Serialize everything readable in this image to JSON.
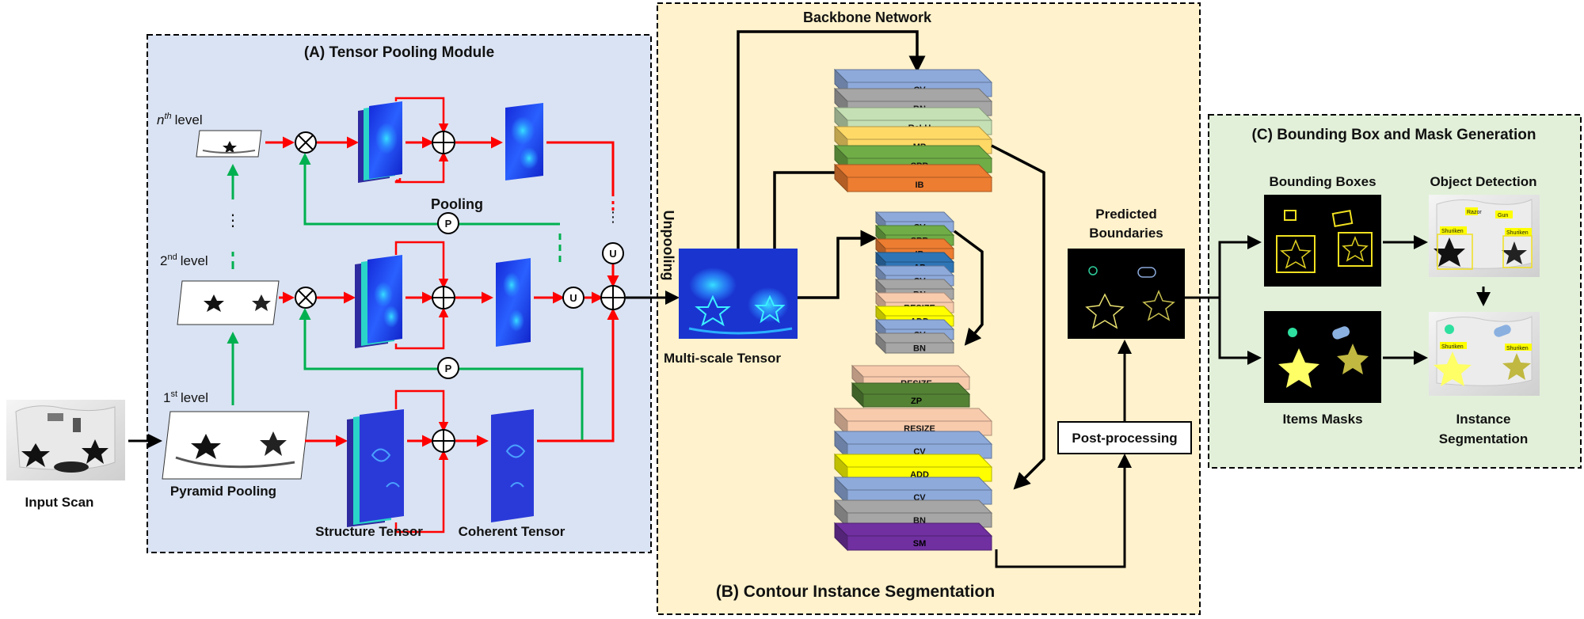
{
  "panels": {
    "a": {
      "title": "(A) Tensor Pooling Module"
    },
    "b": {
      "title": "(B) Contour Instance Segmentation",
      "backbone": "Backbone Network"
    },
    "c": {
      "title": "(C) Bounding Box and Mask Generation"
    }
  },
  "input_scan": "Input Scan",
  "pyramid_pooling": "Pyramid Pooling",
  "levels": {
    "nth": "n",
    "nth_sup": "th",
    "nth_word": "level",
    "second": "2",
    "second_sup": "nd",
    "second_word": "level",
    "first": "1",
    "first_sup": "st",
    "first_word": "level"
  },
  "pooling": "Pooling",
  "unpooling": "Unpooling",
  "structure_tensor": "Structure Tensor",
  "coherent_tensor": "Coherent Tensor",
  "multiscale_tensor": "Multi-scale Tensor",
  "p_symbol": "P",
  "u_symbol": "U",
  "dots": "⋮",
  "layers": {
    "top": [
      {
        "label": "CV",
        "color": "#8eaadb"
      },
      {
        "label": "BN",
        "color": "#a6a6a6"
      },
      {
        "label": "ReLU",
        "color": "#c5e0b4"
      },
      {
        "label": "MP",
        "color": "#ffd966"
      },
      {
        "label": "SPB",
        "color": "#70ad47"
      },
      {
        "label": "IB",
        "color": "#ed7d31"
      }
    ],
    "mid": [
      {
        "label": "CV",
        "color": "#8eaadb"
      },
      {
        "label": "SPB",
        "color": "#70ad47"
      },
      {
        "label": "IB",
        "color": "#ed7d31"
      },
      {
        "label": "AP",
        "color": "#2e75b6"
      },
      {
        "label": "CV",
        "color": "#8eaadb"
      },
      {
        "label": "BN",
        "color": "#a6a6a6"
      },
      {
        "label": "RESIZE",
        "color": "#f8cbad"
      },
      {
        "label": "ADD",
        "color": "#ffff00"
      },
      {
        "label": "CV",
        "color": "#8eaadb"
      },
      {
        "label": "BN",
        "color": "#a6a6a6"
      }
    ],
    "low": [
      {
        "label": "RESIZE",
        "color": "#f8cbad"
      },
      {
        "label": "ZP",
        "color": "#548235"
      }
    ],
    "bottom": [
      {
        "label": "RESIZE",
        "color": "#f8cbad"
      },
      {
        "label": "CV",
        "color": "#8eaadb"
      },
      {
        "label": "ADD",
        "color": "#ffff00"
      },
      {
        "label": "CV",
        "color": "#8eaadb"
      },
      {
        "label": "BN",
        "color": "#a6a6a6"
      },
      {
        "label": "SM",
        "color": "#7030a0"
      }
    ]
  },
  "predicted_boundaries": [
    "Predicted",
    "Boundaries"
  ],
  "post_processing": "Post-processing",
  "bounding_boxes": "Bounding Boxes",
  "object_detection": "Object Detection",
  "items_masks": "Items Masks",
  "instance_segmentation": [
    "Instance",
    "Segmentation"
  ],
  "det_labels": [
    "Razor",
    "Gun",
    "Shuriken",
    "Shuriken"
  ],
  "colors": {
    "panel_a_bg": "#dae3f3",
    "panel_b_bg": "#fff2cc",
    "panel_c_bg": "#e2f0d9",
    "red_arrow": "#ff0000",
    "green_arrow": "#00b050",
    "mask_yellow": "#ffff66"
  }
}
